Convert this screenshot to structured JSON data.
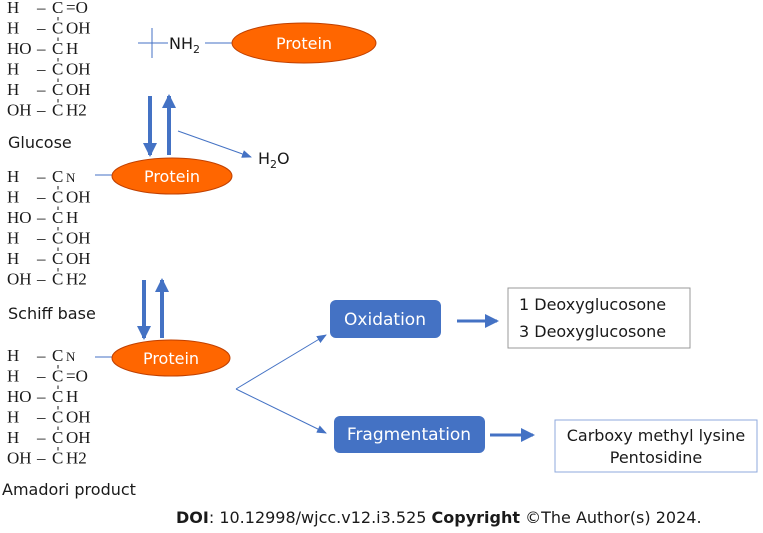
{
  "glucose": {
    "rows": [
      [
        "H",
        "C",
        "=O"
      ],
      [
        "H",
        "C",
        "OH"
      ],
      [
        "HO",
        "C",
        "H"
      ],
      [
        "H",
        "C",
        "OH"
      ],
      [
        "H",
        "C",
        "OH"
      ],
      [
        "OH",
        "C",
        "H2"
      ]
    ],
    "label": "Glucose"
  },
  "schiff": {
    "rows": [
      [
        "H",
        "C",
        "N"
      ],
      [
        "H",
        "C",
        "OH"
      ],
      [
        "HO",
        "C",
        "H"
      ],
      [
        "H",
        "C",
        "OH"
      ],
      [
        "H",
        "C",
        "OH"
      ],
      [
        "OH",
        "C",
        "H2"
      ]
    ],
    "label": "Schiff base"
  },
  "amadori": {
    "rows": [
      [
        "H",
        "C",
        "N"
      ],
      [
        "H",
        "C",
        "=O"
      ],
      [
        "HO",
        "C",
        "H"
      ],
      [
        "H",
        "C",
        "OH"
      ],
      [
        "H",
        "C",
        "OH"
      ],
      [
        "OH",
        "C",
        "H2"
      ]
    ],
    "label": "Amadori product"
  },
  "amine": {
    "text": "NH",
    "sub": "2"
  },
  "water": {
    "text": "H",
    "sub": "2",
    "tail": "O"
  },
  "protein_label": "Protein",
  "oxidation_label": "Oxidation",
  "fragmentation_label": "Fragmentation",
  "oxidation_products": [
    "1 Deoxyglucosone",
    "3 Deoxyglucosone"
  ],
  "fragmentation_products": [
    "Carboxy methyl lysine",
    "Pentosidine"
  ],
  "footer": {
    "doi_label": "DOI",
    "doi_value": ": 10.12998/wjcc.v12.i3.525",
    "copyright_label": "Copyright",
    "copyright_value": " ©The Author(s) 2024."
  },
  "colors": {
    "protein_fill": "#ff6600",
    "box_fill": "#4472c4",
    "arrow": "#4472c4",
    "product_border": "#8faadc"
  }
}
